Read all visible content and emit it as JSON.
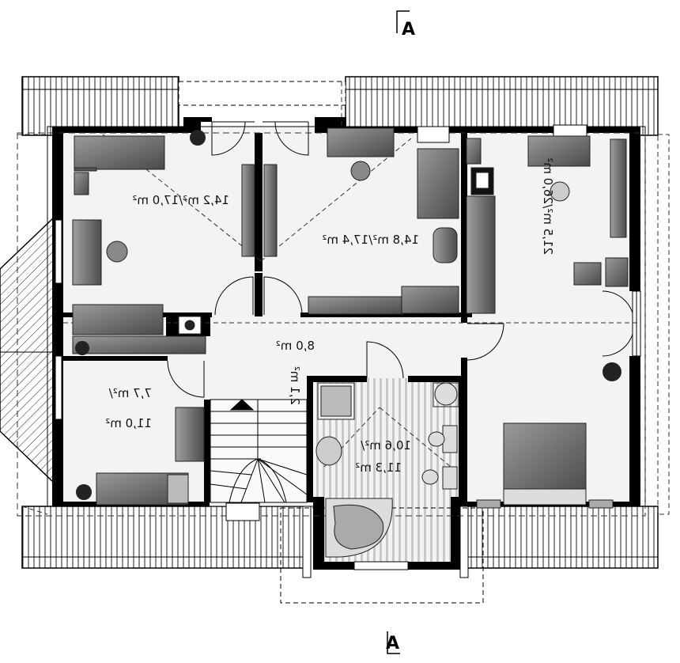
{
  "section_mark": "A",
  "rooms": {
    "room_top_left": "14,2 m²/17,0 m²",
    "room_top_center": "14,8 m²/17,4 m²",
    "room_right": "21,5 m²/26,0 m²",
    "hall": "8,0 m²",
    "room_bottom_left_1": "7,7 m²/",
    "room_bottom_left_2": "11,0 m²",
    "stair": "2,1 m²",
    "bath_1": "10,6 m²/",
    "bath_2": "11,3 m²"
  },
  "colors": {
    "wall": "#000000",
    "floor": "#f2f2f2",
    "furniture": "#7a7a7a",
    "roof_hatch": "#222222"
  },
  "icons": [
    "plant-icon",
    "chair-icon",
    "toilet-icon",
    "sink-icon",
    "bathtub-icon",
    "shower-icon",
    "stove-icon"
  ]
}
